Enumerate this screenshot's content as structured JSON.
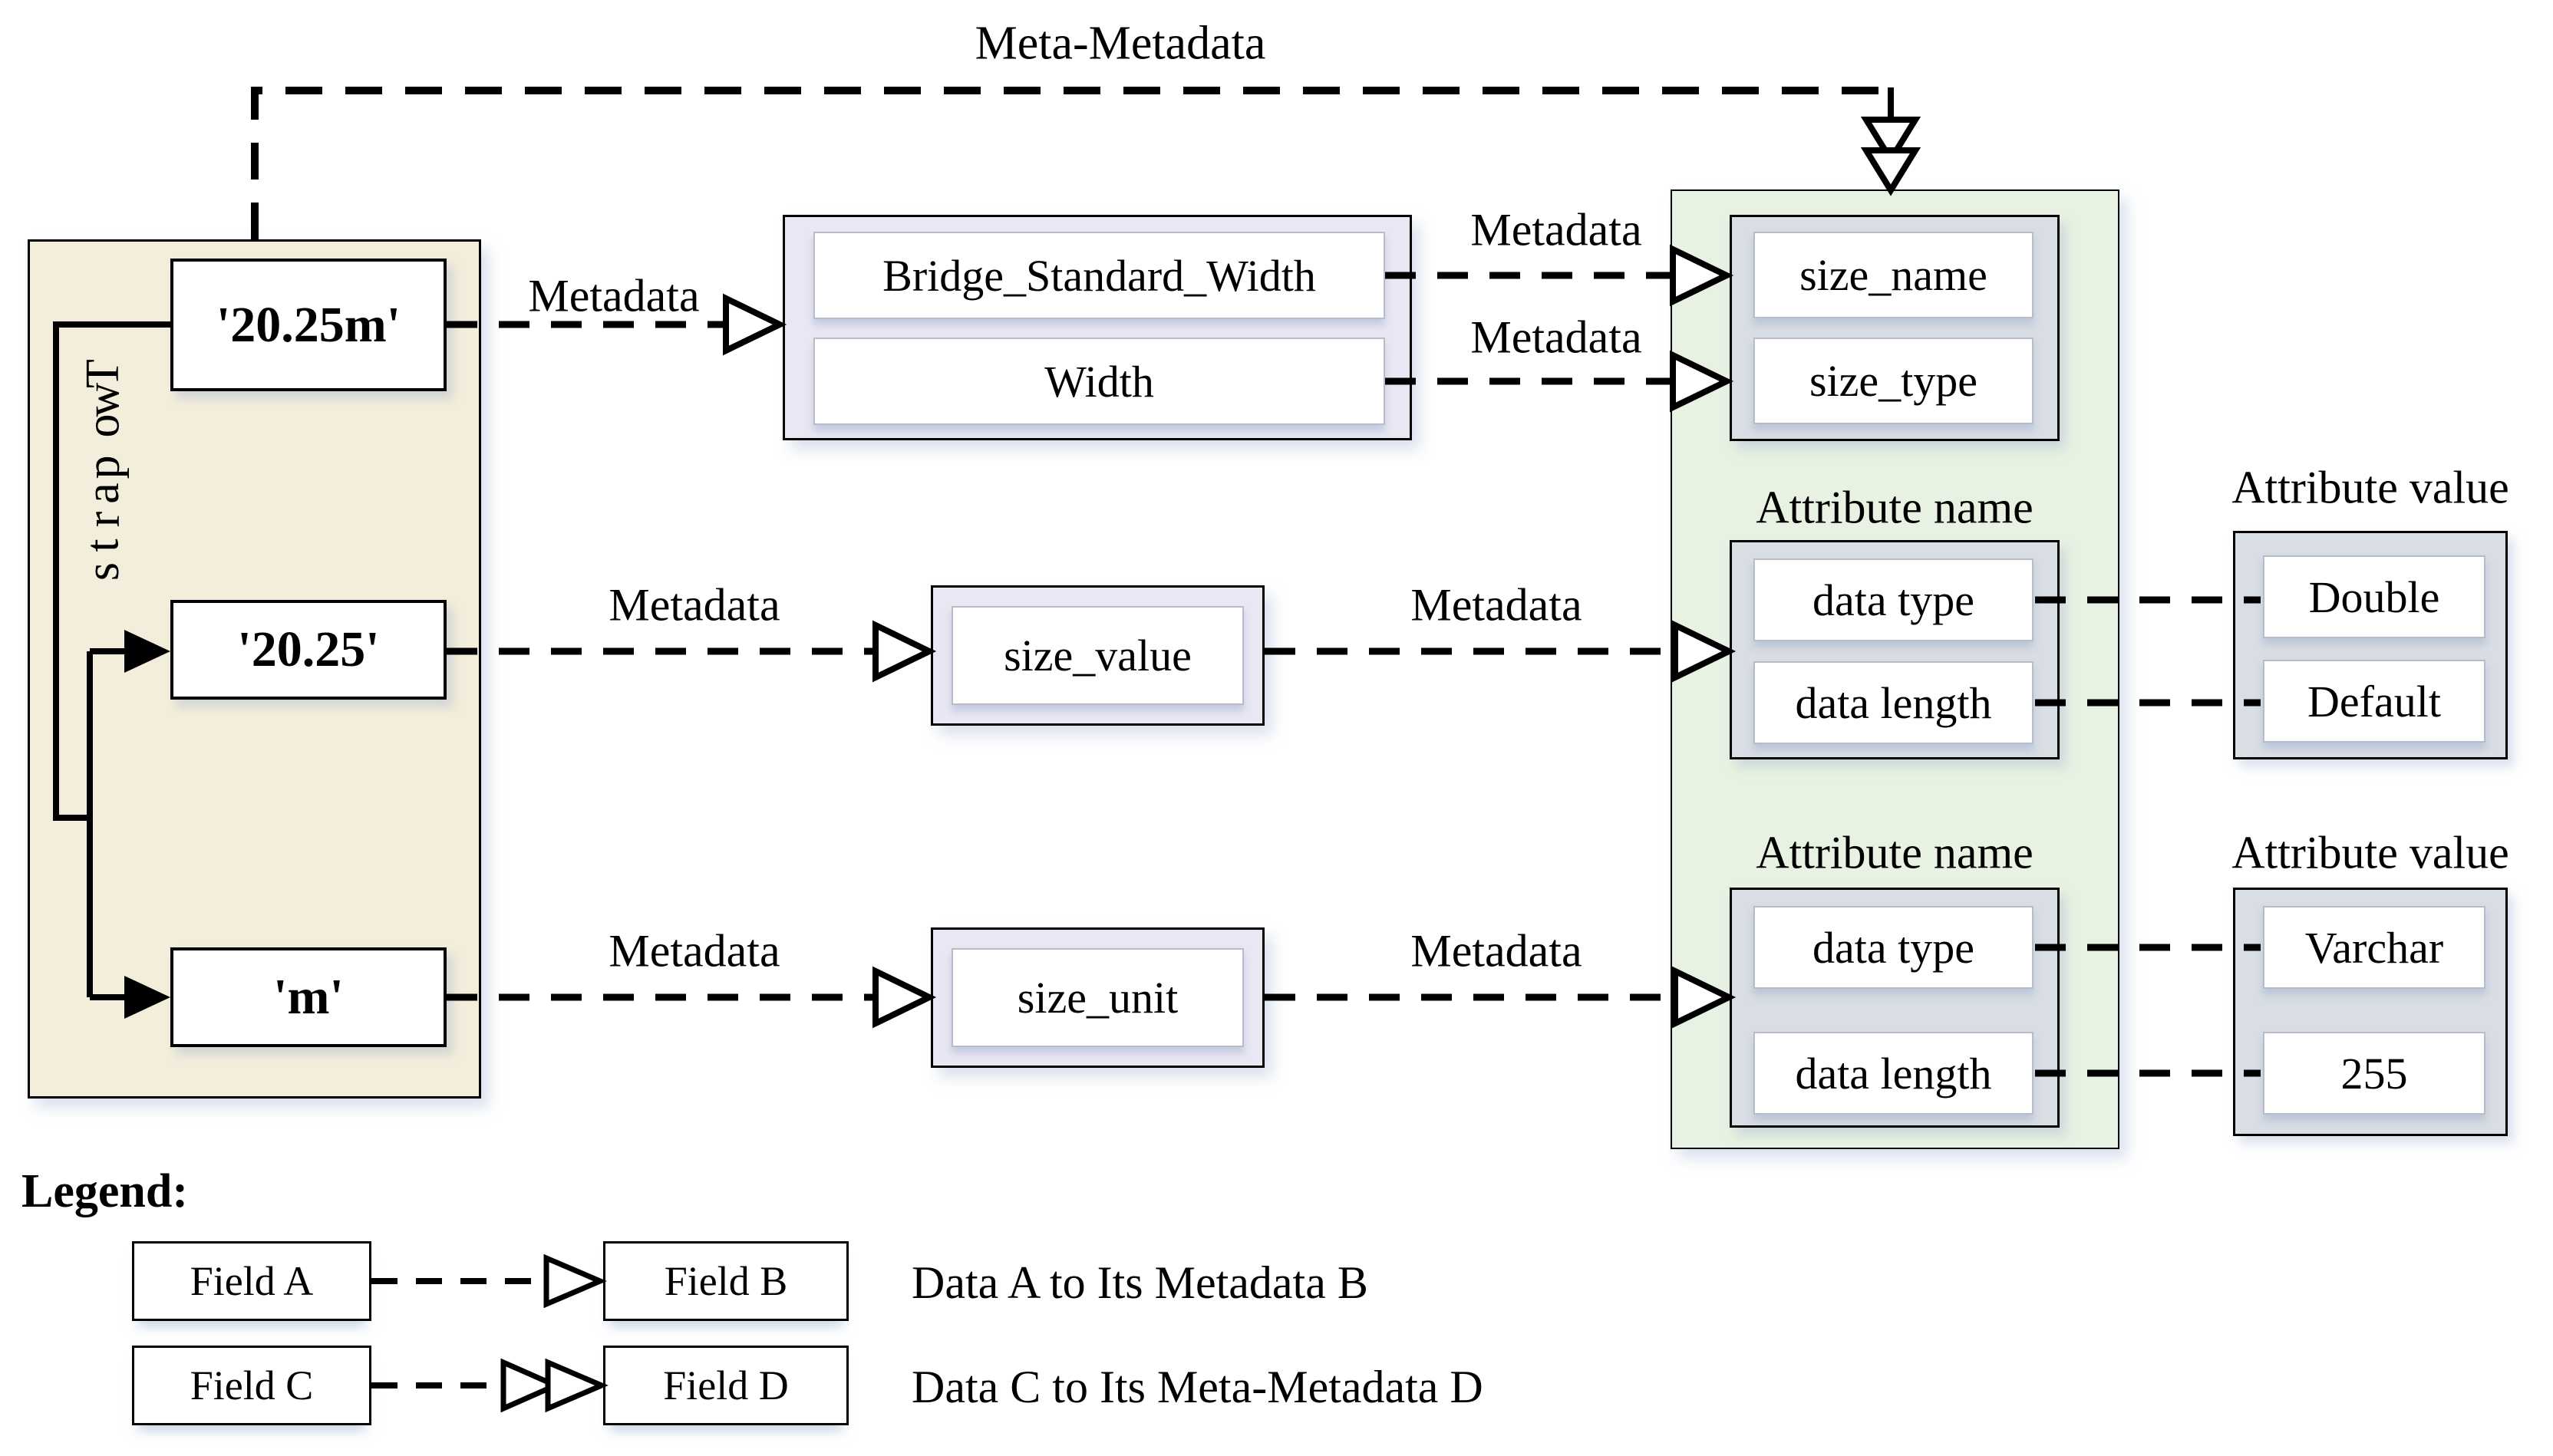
{
  "palette": {
    "left_panel_fill": "#f3eedb",
    "lavender_fill": "#e9e7f3",
    "green_fill": "#e8f2e2",
    "gray_group_fill": "#d9dde4",
    "line_color": "#000000"
  },
  "top": {
    "meta_metadata_label": "Meta-Metadata"
  },
  "edge_labels": {
    "metadata": "Metadata"
  },
  "left_panel": {
    "title": "Two parts",
    "items": [
      {
        "label": "'20.25m'"
      },
      {
        "label": "'20.25'"
      },
      {
        "label": "'m'"
      }
    ]
  },
  "bridge_box": {
    "rows": [
      {
        "label": "Bridge_Standard_Width"
      },
      {
        "label": "Width"
      }
    ]
  },
  "mid_boxes": [
    {
      "label": "size_value"
    },
    {
      "label": "size_unit"
    }
  ],
  "green_panel": {
    "size_fields": [
      {
        "label": "size_name"
      },
      {
        "label": "size_type"
      }
    ],
    "attribute_groups": [
      {
        "header": "Attribute name",
        "fields": [
          {
            "label": "data type"
          },
          {
            "label": "data length"
          }
        ]
      },
      {
        "header": "Attribute name",
        "fields": [
          {
            "label": "data type"
          },
          {
            "label": "data length"
          }
        ]
      }
    ]
  },
  "value_panels": [
    {
      "header": "Attribute value",
      "values": [
        {
          "label": "Double"
        },
        {
          "label": "Default"
        }
      ]
    },
    {
      "header": "Attribute value",
      "values": [
        {
          "label": "Varchar"
        },
        {
          "label": "255"
        }
      ]
    }
  ],
  "legend": {
    "title": "Legend:",
    "rows": [
      {
        "from": "Field A",
        "to": "Field B",
        "description": "Data  A to Its Metadata B",
        "arrow": "single"
      },
      {
        "from": "Field C",
        "to": "Field D",
        "description": "Data  C to Its Meta-Metadata D",
        "arrow": "double"
      }
    ]
  }
}
